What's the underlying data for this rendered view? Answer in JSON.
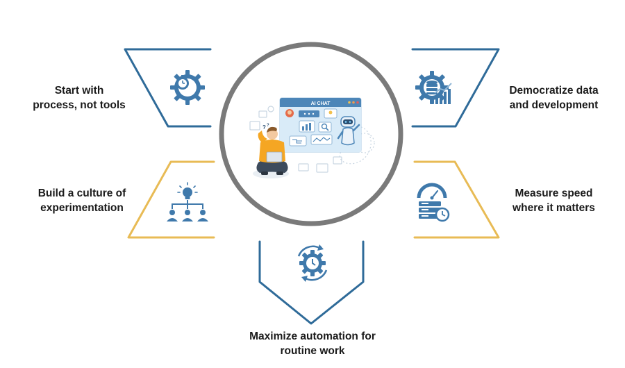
{
  "colors": {
    "blue": "#2f6b99",
    "gold": "#e8bb55",
    "ring": "#7a7a7a",
    "icon": "#3f79ab",
    "icon_light": "#8fb6d6",
    "text": "#1a1a1a"
  },
  "center": {
    "window_title": "AI CHAT",
    "illustration": "person-with-laptop-and-ai-chat-robot"
  },
  "steps": [
    {
      "id": "start",
      "line1": "Start with",
      "line2": "process, not tools",
      "icon": "gear-stopwatch-icon"
    },
    {
      "id": "democratize",
      "line1": "Democratize data",
      "line2": "and development",
      "icon": "database-gear-chart-icon"
    },
    {
      "id": "culture",
      "line1": "Build a culture of",
      "line2": "experimentation",
      "icon": "idea-team-hierarchy-icon"
    },
    {
      "id": "measure",
      "line1": "Measure speed",
      "line2": "where it matters",
      "icon": "speed-server-clock-icon"
    },
    {
      "id": "automation",
      "line1": "Maximize automation for",
      "line2": "routine work",
      "icon": "gear-clock-cycle-icon"
    }
  ]
}
